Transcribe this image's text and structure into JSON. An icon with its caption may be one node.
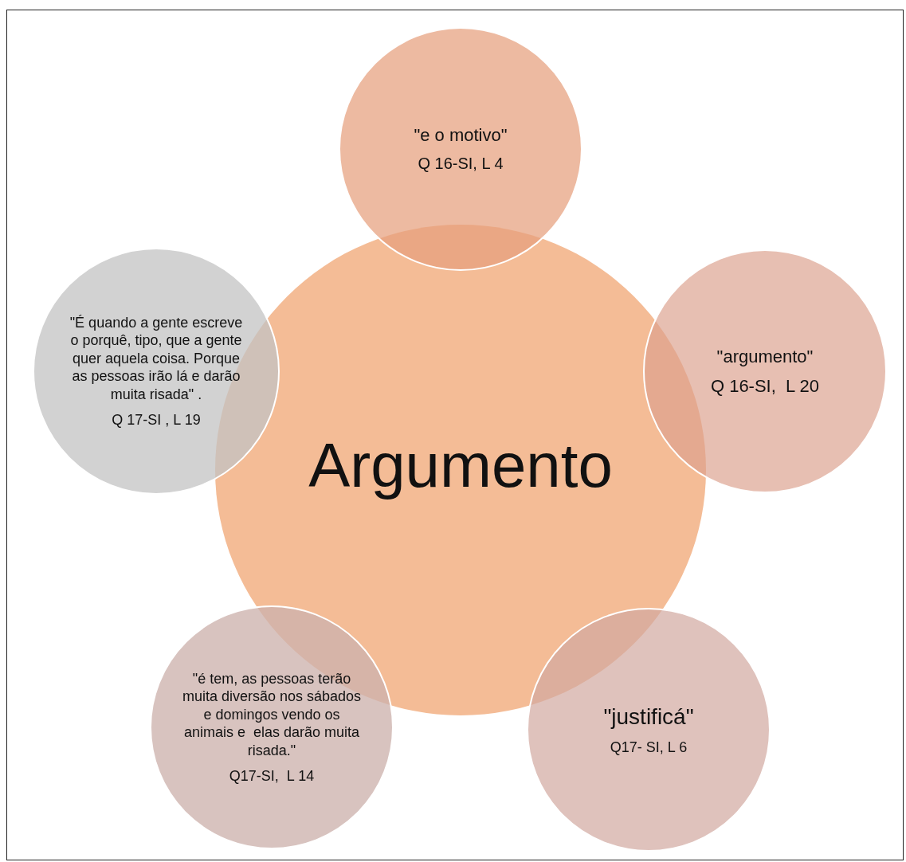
{
  "diagram": {
    "nodes": [
      {
        "text": [
          "Argumento"
        ]
      },
      {
        "text": [
          "\"e o motivo\"",
          "Q 16-SI, L 4"
        ]
      },
      {
        "text": [
          "\"É quando a gente escreve o porquê, tipo, que a gente quer aquela coisa. Porque as pessoas irão lá e darão muita risada\" .",
          "Q 17-SI , L 19"
        ]
      },
      {
        "text": [
          "\"argumento\"",
          "Q 16-SI,  L 20"
        ]
      },
      {
        "text": [
          "\"é tem, as pessoas terão muita diversão nos sábados e domingos vendo os animais e  elas darão muita risada.\"",
          "Q17-SI,  L 14"
        ]
      },
      {
        "text": [
          "\"justificá\"",
          "Q17- SI, L 6"
        ]
      }
    ],
    "edges": []
  }
}
